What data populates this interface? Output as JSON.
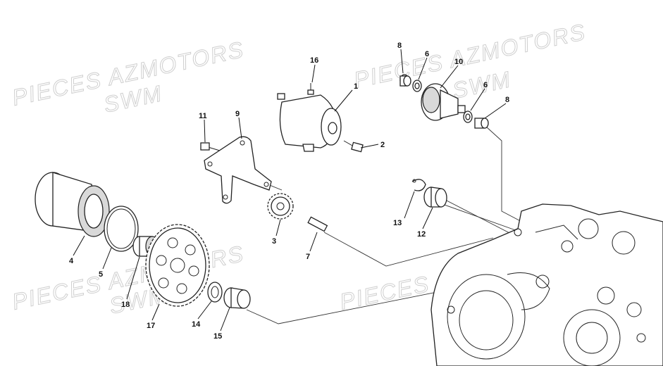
{
  "watermarks": {
    "brand": "PIECES AZMOTORS",
    "make": "SWM"
  },
  "callouts": [
    {
      "id": "1",
      "label": "1"
    },
    {
      "id": "2",
      "label": "2"
    },
    {
      "id": "3",
      "label": "3"
    },
    {
      "id": "4",
      "label": "4"
    },
    {
      "id": "5",
      "label": "5"
    },
    {
      "id": "6a",
      "label": "6"
    },
    {
      "id": "6b",
      "label": "6"
    },
    {
      "id": "7",
      "label": "7"
    },
    {
      "id": "8a",
      "label": "8"
    },
    {
      "id": "8b",
      "label": "8"
    },
    {
      "id": "9",
      "label": "9"
    },
    {
      "id": "10",
      "label": "10"
    },
    {
      "id": "11",
      "label": "11"
    },
    {
      "id": "12",
      "label": "12"
    },
    {
      "id": "13",
      "label": "13"
    },
    {
      "id": "14",
      "label": "14"
    },
    {
      "id": "15",
      "label": "15"
    },
    {
      "id": "16",
      "label": "16"
    },
    {
      "id": "17",
      "label": "17"
    },
    {
      "id": "18",
      "label": "18"
    }
  ]
}
